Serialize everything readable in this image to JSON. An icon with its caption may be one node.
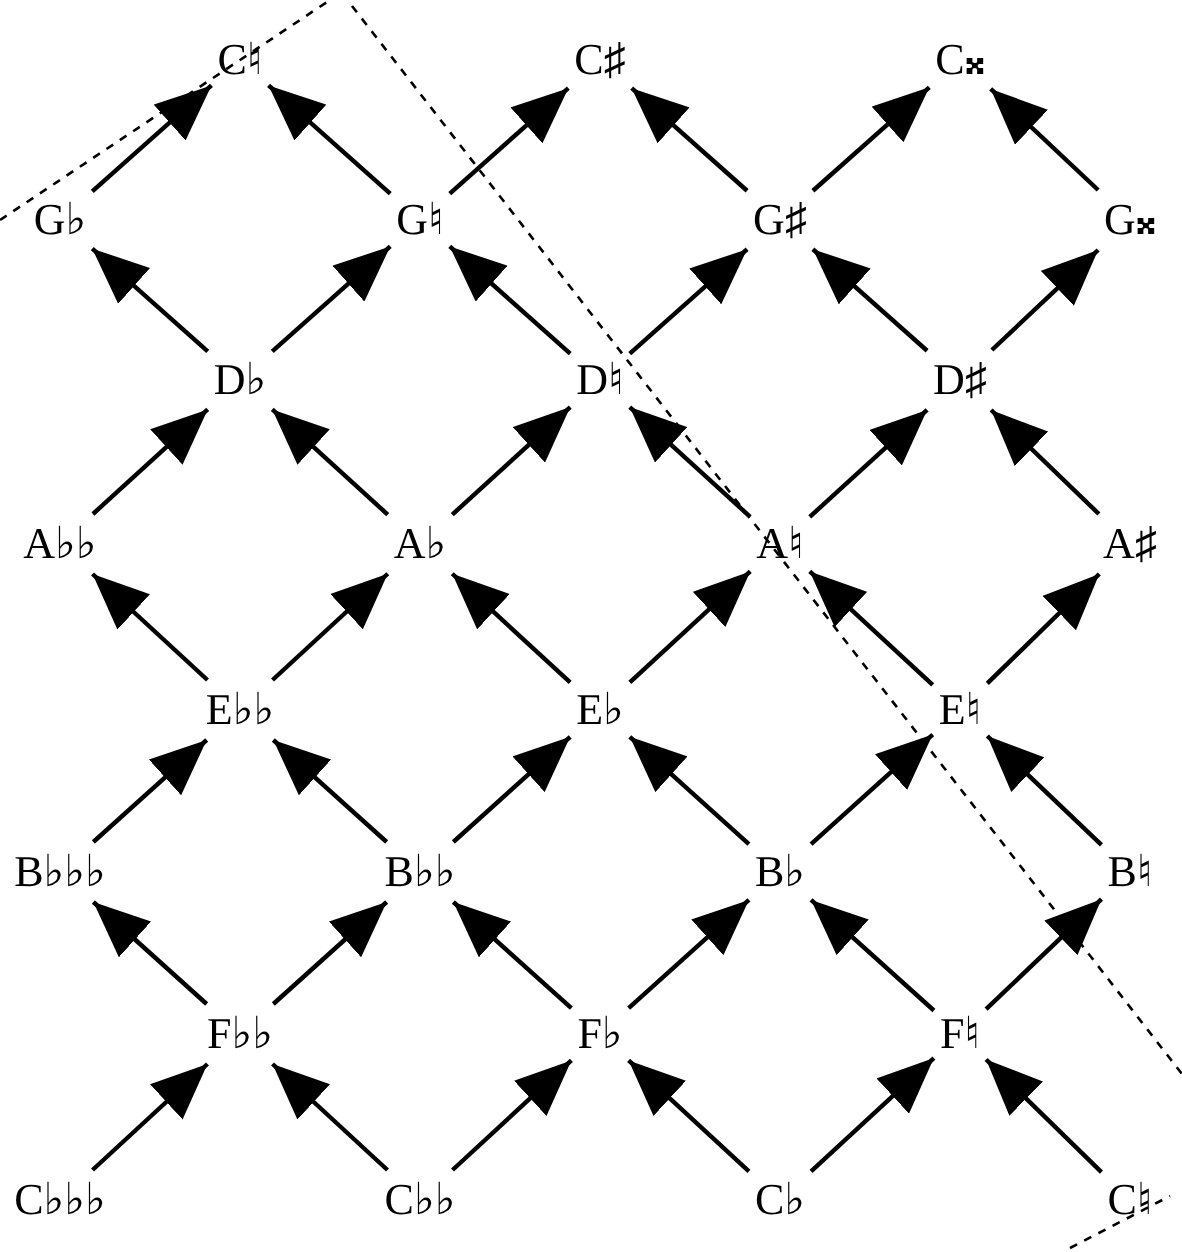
{
  "diagram": {
    "nodes": [
      {
        "text": [
          "C♮"
        ]
      },
      {
        "text": [
          "C♯"
        ]
      },
      {
        "text": [
          "C𝄪"
        ]
      },
      {
        "text": [
          "G♭"
        ]
      },
      {
        "text": [
          "G♮"
        ]
      },
      {
        "text": [
          "G♯"
        ]
      },
      {
        "text": [
          "G𝄪"
        ]
      },
      {
        "text": [
          "D♭"
        ]
      },
      {
        "text": [
          "D♮"
        ]
      },
      {
        "text": [
          "D♯"
        ]
      },
      {
        "text": [
          "A♭♭"
        ]
      },
      {
        "text": [
          "A♭"
        ]
      },
      {
        "text": [
          "A♮"
        ]
      },
      {
        "text": [
          "A♯"
        ]
      },
      {
        "text": [
          "E♭♭"
        ]
      },
      {
        "text": [
          "E♭"
        ]
      },
      {
        "text": [
          "E♮"
        ]
      },
      {
        "text": [
          "B♭♭♭"
        ]
      },
      {
        "text": [
          "B♭♭"
        ]
      },
      {
        "text": [
          "B♭"
        ]
      },
      {
        "text": [
          "B♮"
        ]
      },
      {
        "text": [
          "F♭♭"
        ]
      },
      {
        "text": [
          "F♭"
        ]
      },
      {
        "text": [
          "F♮"
        ]
      },
      {
        "text": [
          "C♭♭♭"
        ]
      },
      {
        "text": [
          "C♭♭"
        ]
      },
      {
        "text": [
          "C♭"
        ]
      },
      {
        "text": [
          "C♮"
        ]
      }
    ],
    "edges": [
      {
        "from": 3,
        "to": 0,
        "arrow": "to"
      },
      {
        "from": 4,
        "to": 0,
        "arrow": "to"
      },
      {
        "from": 4,
        "to": 1,
        "arrow": "to"
      },
      {
        "from": 5,
        "to": 1,
        "arrow": "to"
      },
      {
        "from": 5,
        "to": 2,
        "arrow": "to"
      },
      {
        "from": 6,
        "to": 2,
        "arrow": "to"
      },
      {
        "from": 7,
        "to": 3,
        "arrow": "to"
      },
      {
        "from": 7,
        "to": 4,
        "arrow": "to"
      },
      {
        "from": 8,
        "to": 4,
        "arrow": "to"
      },
      {
        "from": 8,
        "to": 5,
        "arrow": "to"
      },
      {
        "from": 9,
        "to": 5,
        "arrow": "to"
      },
      {
        "from": 9,
        "to": 6,
        "arrow": "to"
      },
      {
        "from": 10,
        "to": 7,
        "arrow": "to"
      },
      {
        "from": 11,
        "to": 7,
        "arrow": "to"
      },
      {
        "from": 11,
        "to": 8,
        "arrow": "to"
      },
      {
        "from": 12,
        "to": 8,
        "arrow": "to"
      },
      {
        "from": 12,
        "to": 9,
        "arrow": "to"
      },
      {
        "from": 13,
        "to": 9,
        "arrow": "to"
      },
      {
        "from": 14,
        "to": 10,
        "arrow": "to"
      },
      {
        "from": 14,
        "to": 11,
        "arrow": "to"
      },
      {
        "from": 15,
        "to": 11,
        "arrow": "to"
      },
      {
        "from": 15,
        "to": 12,
        "arrow": "to"
      },
      {
        "from": 16,
        "to": 12,
        "arrow": "to"
      },
      {
        "from": 16,
        "to": 13,
        "arrow": "to"
      },
      {
        "from": 17,
        "to": 14,
        "arrow": "to"
      },
      {
        "from": 18,
        "to": 14,
        "arrow": "to"
      },
      {
        "from": 18,
        "to": 15,
        "arrow": "to"
      },
      {
        "from": 19,
        "to": 15,
        "arrow": "to"
      },
      {
        "from": 19,
        "to": 16,
        "arrow": "to"
      },
      {
        "from": 20,
        "to": 16,
        "arrow": "to"
      },
      {
        "from": 21,
        "to": 17,
        "arrow": "to"
      },
      {
        "from": 21,
        "to": 18,
        "arrow": "to"
      },
      {
        "from": 22,
        "to": 18,
        "arrow": "to"
      },
      {
        "from": 22,
        "to": 19,
        "arrow": "to"
      },
      {
        "from": 23,
        "to": 19,
        "arrow": "to"
      },
      {
        "from": 23,
        "to": 20,
        "arrow": "to"
      },
      {
        "from": 24,
        "to": 21,
        "arrow": "to"
      },
      {
        "from": 25,
        "to": 21,
        "arrow": "to"
      },
      {
        "from": 25,
        "to": 22,
        "arrow": "to"
      },
      {
        "from": 26,
        "to": 22,
        "arrow": "to"
      },
      {
        "from": 26,
        "to": 23,
        "arrow": "to"
      },
      {
        "from": 27,
        "to": 23,
        "arrow": "to"
      }
    ]
  }
}
